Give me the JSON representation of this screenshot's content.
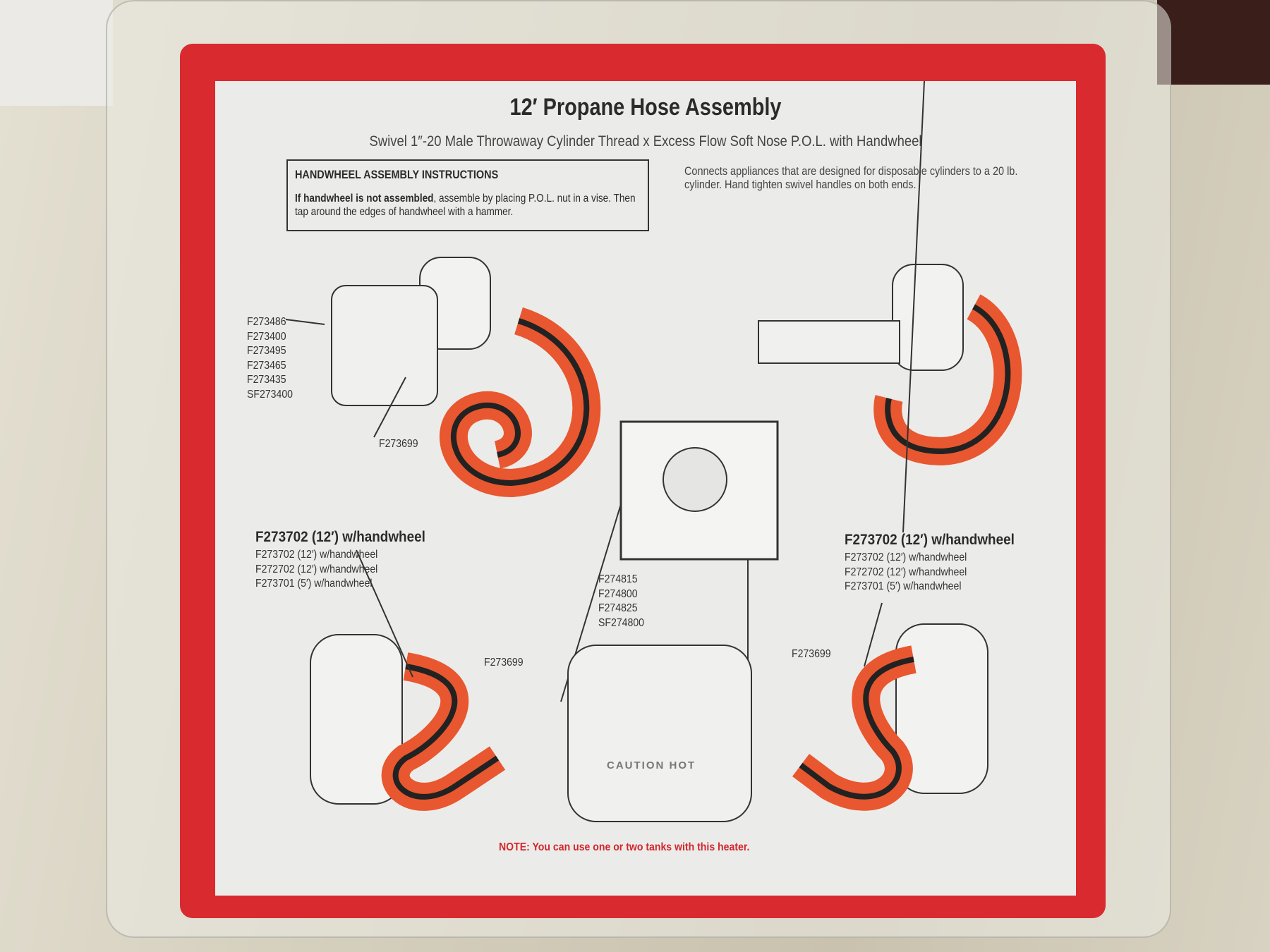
{
  "title": "12′ Propane Hose Assembly",
  "subtitle": "Swivel 1″-20 Male Throwaway Cylinder Thread x Excess Flow Soft Nose P.O.L. with Handwheel",
  "instructions": {
    "heading": "HANDWHEEL ASSEMBLY INSTRUCTIONS",
    "bold_lead": "If handwheel is not assembled",
    "body": ", assemble by placing P.O.L. nut in a vise. Then tap around the edges of handwheel with a hammer."
  },
  "description": "Connects appliances that are designed for disposable cylinders to a 20 lb. cylinder. Hand tighten swivel handles on both ends.",
  "heater_models": [
    "F273486",
    "F273400",
    "F273495",
    "F273465",
    "F273435",
    "SF273400"
  ],
  "fitting_part": "F273699",
  "hose_left": {
    "main": "F273702 (12′) w/handwheel",
    "alternates": [
      "F273702 (12′) w/handwheel",
      "F272702 (12′) w/handwheel",
      "F273701 (5′) w/handwheel"
    ]
  },
  "hose_right": {
    "main": "F273702 (12′) w/handwheel",
    "alternates": [
      "F273702 (12′) w/handwheel",
      "F272702 (12′) w/handwheel",
      "F273701 (5′) w/handwheel"
    ]
  },
  "big_heater_models": [
    "F274815",
    "F274800",
    "F274825",
    "SF274800"
  ],
  "heater_label": "CAUTION HOT",
  "note": "NOTE: You can use one or two tanks with this heater.",
  "colors": {
    "card_red": "#d92a30",
    "hose_orange": "#e8572f",
    "panel": "#ebecea"
  }
}
